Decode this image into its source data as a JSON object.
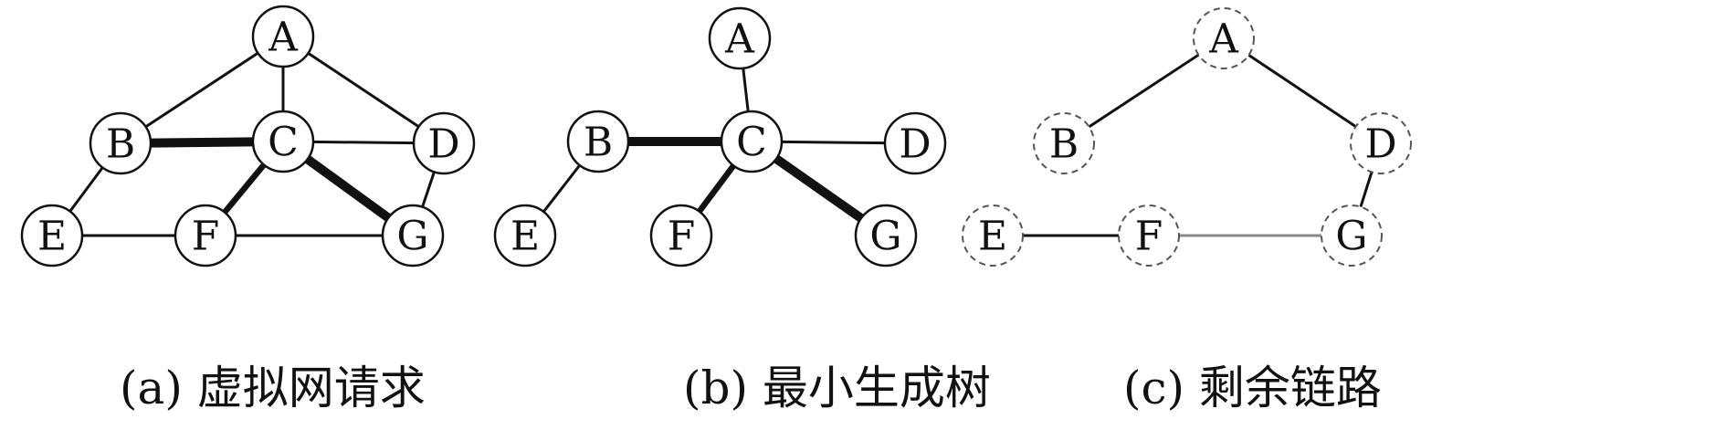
{
  "nodes": [
    "A",
    "B",
    "C",
    "D",
    "E",
    "F",
    "G"
  ],
  "panels": [
    {
      "id": "a",
      "caption": "(a) 虚拟网请求",
      "dashed_nodes": false,
      "edges": [
        {
          "from": "A",
          "to": "B",
          "style": "thin"
        },
        {
          "from": "A",
          "to": "C",
          "style": "thin"
        },
        {
          "from": "A",
          "to": "D",
          "style": "thin"
        },
        {
          "from": "B",
          "to": "C",
          "style": "thick"
        },
        {
          "from": "C",
          "to": "D",
          "style": "thin"
        },
        {
          "from": "B",
          "to": "E",
          "style": "thin"
        },
        {
          "from": "C",
          "to": "F",
          "style": "medium"
        },
        {
          "from": "C",
          "to": "G",
          "style": "thick"
        },
        {
          "from": "D",
          "to": "G",
          "style": "thin"
        },
        {
          "from": "E",
          "to": "F",
          "style": "thin"
        },
        {
          "from": "F",
          "to": "G",
          "style": "thin"
        }
      ]
    },
    {
      "id": "b",
      "caption": "(b) 最小生成树",
      "dashed_nodes": false,
      "edges": [
        {
          "from": "A",
          "to": "C",
          "style": "thin"
        },
        {
          "from": "B",
          "to": "C",
          "style": "thick"
        },
        {
          "from": "C",
          "to": "D",
          "style": "thin"
        },
        {
          "from": "B",
          "to": "E",
          "style": "thin"
        },
        {
          "from": "C",
          "to": "F",
          "style": "medium"
        },
        {
          "from": "C",
          "to": "G",
          "style": "thick"
        }
      ]
    },
    {
      "id": "c",
      "caption": "(c) 剩余链路",
      "dashed_nodes": true,
      "edges": [
        {
          "from": "A",
          "to": "B",
          "style": "thin"
        },
        {
          "from": "A",
          "to": "D",
          "style": "thin"
        },
        {
          "from": "D",
          "to": "G",
          "style": "thin"
        },
        {
          "from": "E",
          "to": "F",
          "style": "thin"
        },
        {
          "from": "F",
          "to": "G",
          "style": "light"
        }
      ]
    }
  ],
  "colors": {
    "stroke": "#111111",
    "light_edge": "#8a8a8a",
    "node_fill": "#ffffff",
    "dashed_node_stroke": "#555555"
  }
}
